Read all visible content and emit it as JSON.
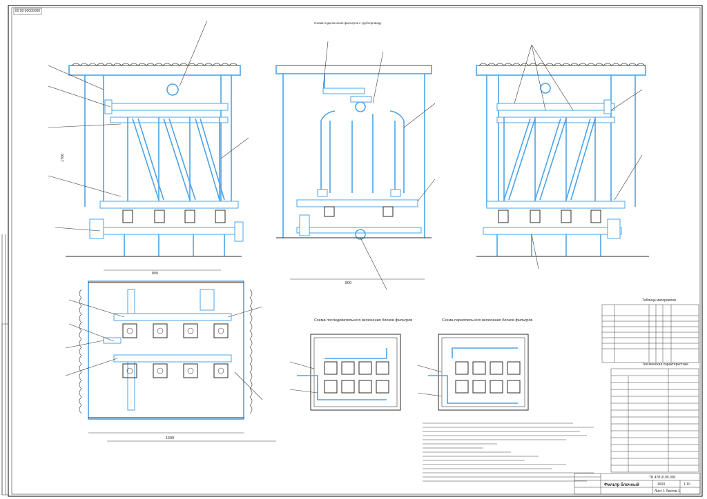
{
  "drawing": {
    "corner_stamp": "00000000.00.00",
    "top_note": "Схема подключения фильтров к трубопроводу",
    "scheme_serial_title": "Схема последовательного включения блоков фильтров",
    "scheme_parallel_title": "Схема параллельного включения блоков фильтров",
    "spec_table_title": "Таблица материалов",
    "tech_table_title": "Техническая характеристика",
    "doc_code": "ТБ 47810.00.000",
    "product_name": "Фильтр блочный",
    "sheet_info": "Лист 1  Листов 1",
    "scale": "1:10",
    "mass": "1600",
    "dims": {
      "top_left_width": "800",
      "top_mid_width": "800",
      "top_height": "1700",
      "plan_width": "1690"
    },
    "colors": {
      "pipe": "#4aa3e8",
      "line": "#2a2a2a",
      "paper": "#ffffff"
    }
  }
}
